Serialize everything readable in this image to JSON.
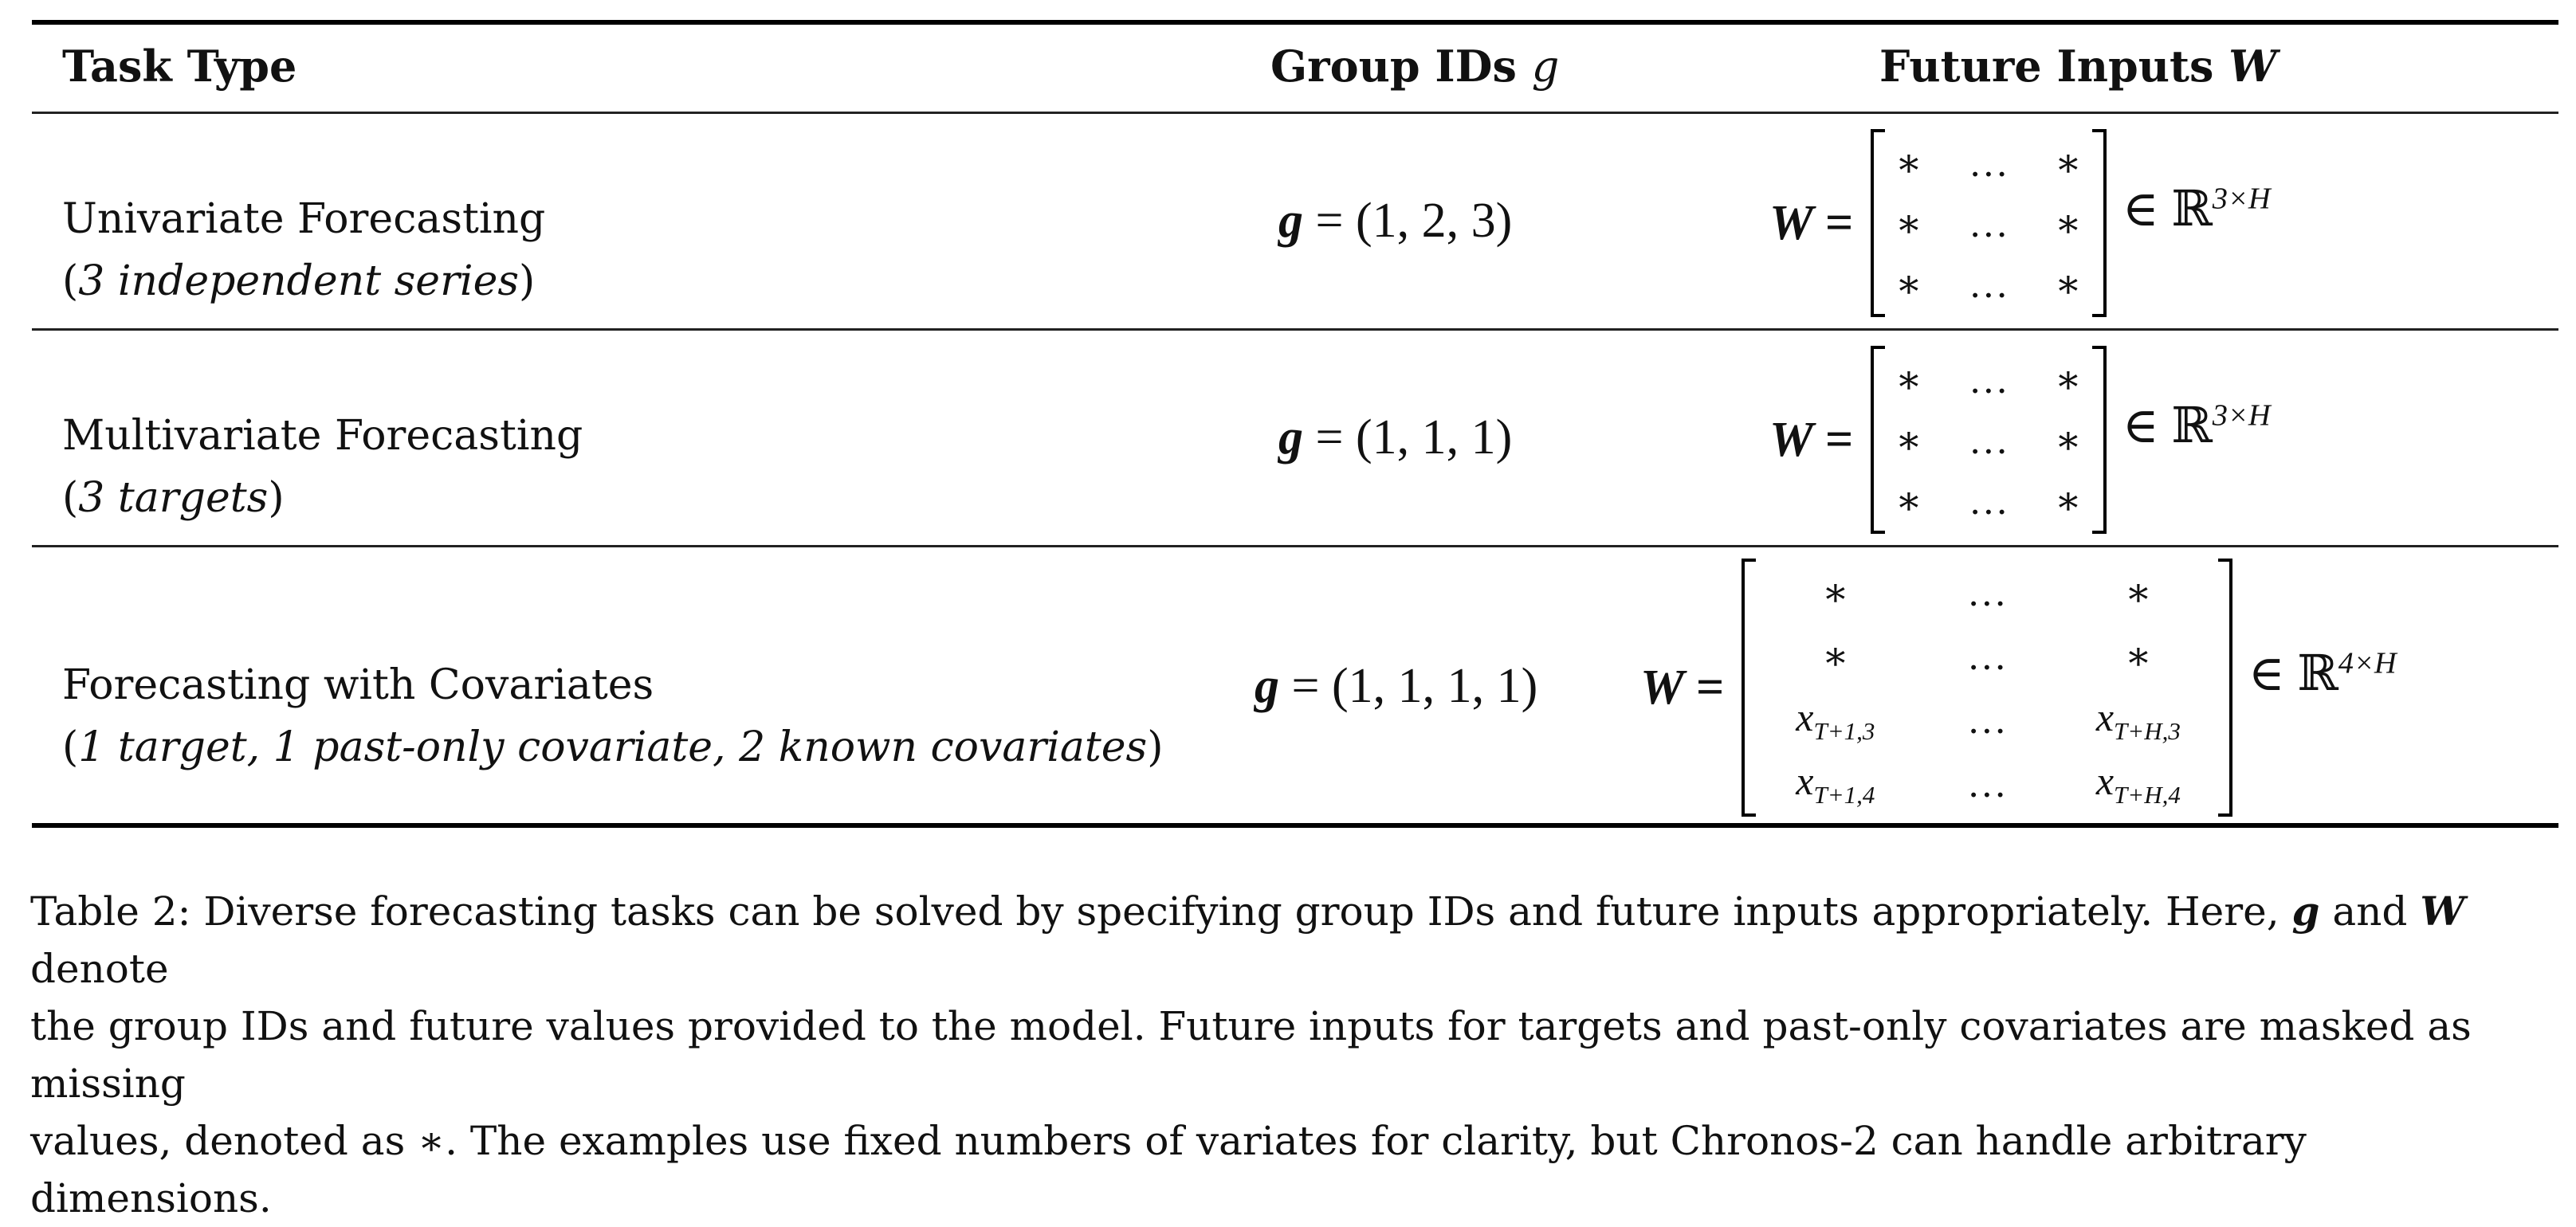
{
  "table": {
    "headers": {
      "task_type": "Task Type",
      "group_ids": "Group IDs ",
      "group_ids_symbol": "g",
      "future_inputs": "Future Inputs ",
      "future_inputs_symbol": "W"
    },
    "rows": [
      {
        "task": "Univariate Forecasting",
        "detail": "3 independent series",
        "group_ids": "g = (1, 2, 3)",
        "matrix_lhs": "W =",
        "matrix": [
          [
            "∗",
            "…",
            "∗"
          ],
          [
            "∗",
            "…",
            "∗"
          ],
          [
            "∗",
            "…",
            "∗"
          ]
        ],
        "space": "∈ ℝ",
        "space_dim": "3×H"
      },
      {
        "task": "Multivariate Forecasting",
        "detail": "3 targets",
        "group_ids": "g = (1, 1, 1)",
        "matrix_lhs": "W =",
        "matrix": [
          [
            "∗",
            "…",
            "∗"
          ],
          [
            "∗",
            "…",
            "∗"
          ],
          [
            "∗",
            "…",
            "∗"
          ]
        ],
        "space": "∈ ℝ",
        "space_dim": "3×H"
      },
      {
        "task": "Forecasting with Covariates",
        "detail": "1 target, 1 past-only covariate, 2 known covariates",
        "group_ids": "g = (1, 1, 1, 1)",
        "matrix_lhs": "W =",
        "matrix": [
          [
            {
              "base": "∗",
              "sub": ""
            },
            {
              "base": "…",
              "sub": ""
            },
            {
              "base": "∗",
              "sub": ""
            }
          ],
          [
            {
              "base": "∗",
              "sub": ""
            },
            {
              "base": "…",
              "sub": ""
            },
            {
              "base": "∗",
              "sub": ""
            }
          ],
          [
            {
              "base": "x",
              "sub": "T+1,3"
            },
            {
              "base": "…",
              "sub": ""
            },
            {
              "base": "x",
              "sub": "T+H,3"
            }
          ],
          [
            {
              "base": "x",
              "sub": "T+1,4"
            },
            {
              "base": "…",
              "sub": ""
            },
            {
              "base": "x",
              "sub": "T+H,4"
            }
          ]
        ],
        "space": "∈ ℝ",
        "space_dim": "4×H"
      }
    ]
  },
  "caption": {
    "label": "Table 2:",
    "line1": "Diverse forecasting tasks can be solved by specifying group IDs and future inputs appropriately. Here, ",
    "g": "g",
    "and": " and ",
    "W": "W",
    "line1_end": " denote",
    "line2": "the group IDs and future values provided to the model. Future inputs for targets and past-only covariates are masked as missing",
    "line3": "values, denoted as ∗. The examples use fixed numbers of variates for clarity, but Chronos-2 can handle arbitrary dimensions."
  }
}
